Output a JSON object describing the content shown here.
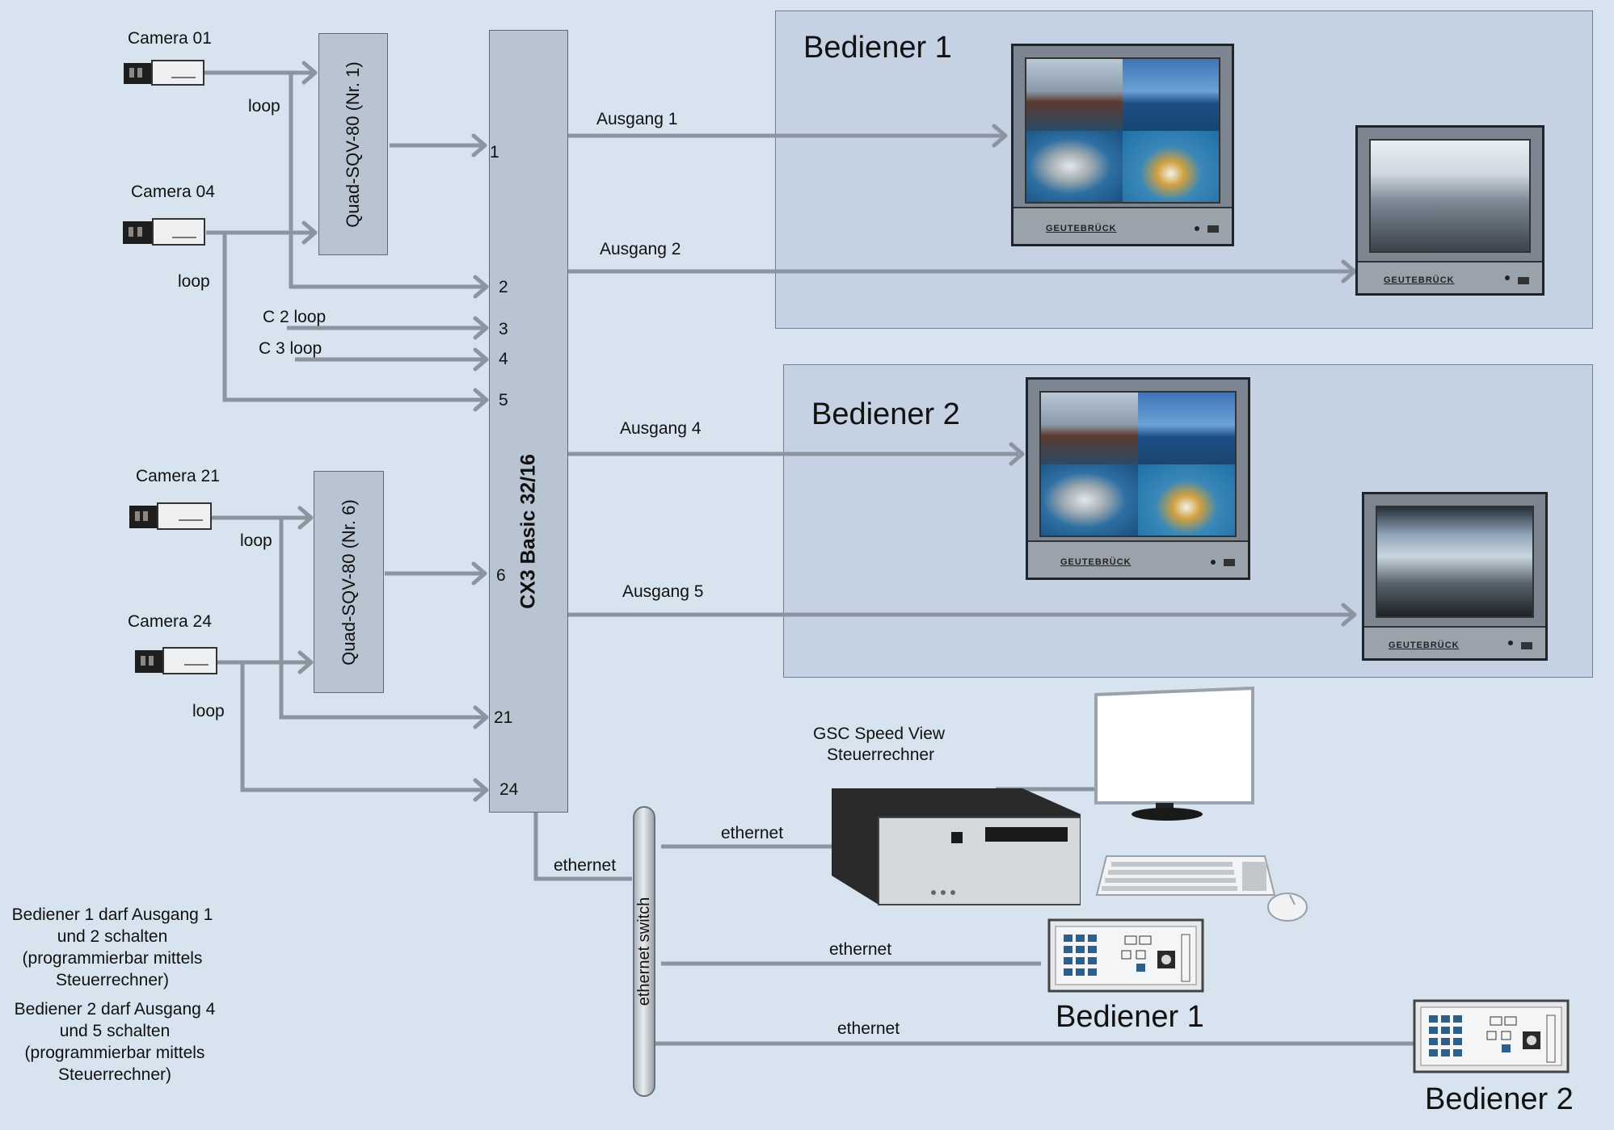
{
  "cameras": {
    "c01": "Camera 01",
    "c04": "Camera 04",
    "c21": "Camera 21",
    "c24": "Camera 24"
  },
  "loops": {
    "l1": "loop",
    "l2": "loop",
    "l3": "loop",
    "l4": "loop",
    "c2": "C 2  loop",
    "c3": "C 3  loop"
  },
  "quads": {
    "q1": "Quad-SQV-80  (Nr. 1)",
    "q6": "Quad-SQV-80  (Nr. 6)"
  },
  "matrix": {
    "name": "CX3 Basic 32/16",
    "inputs": [
      "1",
      "2",
      "3",
      "4",
      "5",
      "6",
      "21",
      "24"
    ]
  },
  "outputs": {
    "o1": "Ausgang    1",
    "o2": "Ausgang  2",
    "o4": "Ausgang 4",
    "o5": "Ausgang 5"
  },
  "zones": {
    "b1": "Bediener 1",
    "b2": "Bediener 2"
  },
  "monitor_brand": "GEUTEBRÜCK",
  "network": {
    "ethernet": "ethernet",
    "switch": "ethernet switch",
    "pc_title_1": "GSC Speed View",
    "pc_title_2": "Steuerrechner",
    "keypad1_label": "Bediener 1",
    "keypad2_label": "Bediener 2"
  },
  "notes": {
    "n1": [
      "Bediener 1 darf Ausgang 1",
      "und 2 schalten",
      "(programmierbar mittels",
      "Steuerrechner)"
    ],
    "n2": [
      "Bediener 2 darf Ausgang 4",
      "und 5 schalten",
      "(programmierbar mittels",
      "Steuerrechner)"
    ]
  },
  "colors": {
    "background": "#d7e3ee",
    "zone_fill": "#c5d2e3",
    "wire": "#8c959f",
    "box_fill": "#b9c4d2"
  }
}
